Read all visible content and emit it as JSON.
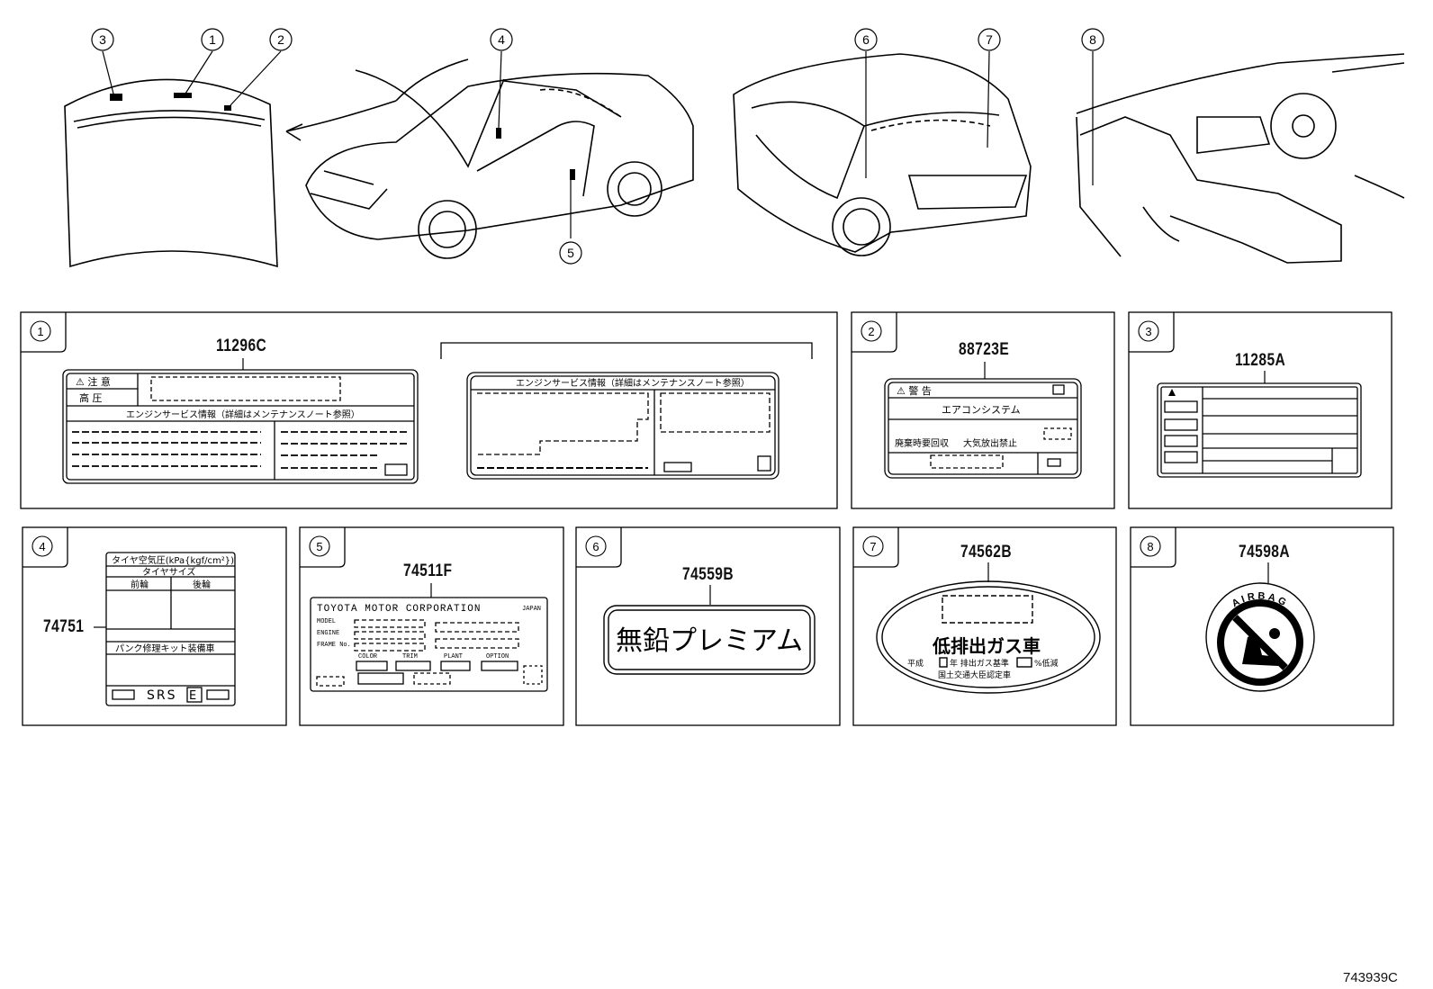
{
  "callouts": [
    "1",
    "2",
    "3",
    "4",
    "5",
    "6",
    "7",
    "8"
  ],
  "panels": [
    {
      "num": "1",
      "part": "11296C"
    },
    {
      "num": "2",
      "part": "88723E"
    },
    {
      "num": "3",
      "part": "11285A"
    },
    {
      "num": "4",
      "part": "74751"
    },
    {
      "num": "5",
      "part": "74511F"
    },
    {
      "num": "6",
      "part": "74559B"
    },
    {
      "num": "7",
      "part": "74562B"
    },
    {
      "num": "8",
      "part": "74598A"
    }
  ],
  "label_1": {
    "caution": "⚠ 注 意",
    "high_voltage": "高 圧",
    "engine_info": "エンジンサービス情報（詳細はメンテナンスノート参照）",
    "engine_info_alt": "エンジンサービス情報（詳細はメンテナンスノート参照）"
  },
  "label_2": {
    "warning": "⚠ 警 告",
    "title": "エアコンシステム",
    "recover": "廃棄時要回収",
    "no_release": "大気放出禁止"
  },
  "label_4": {
    "title": "タイヤ空気圧(kPa{kgf/cm²})",
    "tire_size": "タイヤサイズ",
    "front": "前輪",
    "rear": "後輪",
    "repair_kit": "パンク修理キット装備車",
    "srs": "SRS",
    "e": "E"
  },
  "label_5": {
    "maker": "TOYOTA MOTOR CORPORATION",
    "country": "JAPAN",
    "model": "MODEL",
    "engine": "ENGINE",
    "frame": "FRAME No.",
    "color": "COLOR",
    "trim": "TRIM",
    "plant": "PLANT",
    "option": "OPTION"
  },
  "label_6": {
    "text": "無鉛プレミアム"
  },
  "label_7": {
    "title": "低排出ガス車",
    "line1a": "平成",
    "line1b": "年 排出ガス基準",
    "line1c": "%低減",
    "line2": "国土交通大臣認定車"
  },
  "label_8": {
    "text": "AIRBAG"
  },
  "figure_id": "743939C"
}
